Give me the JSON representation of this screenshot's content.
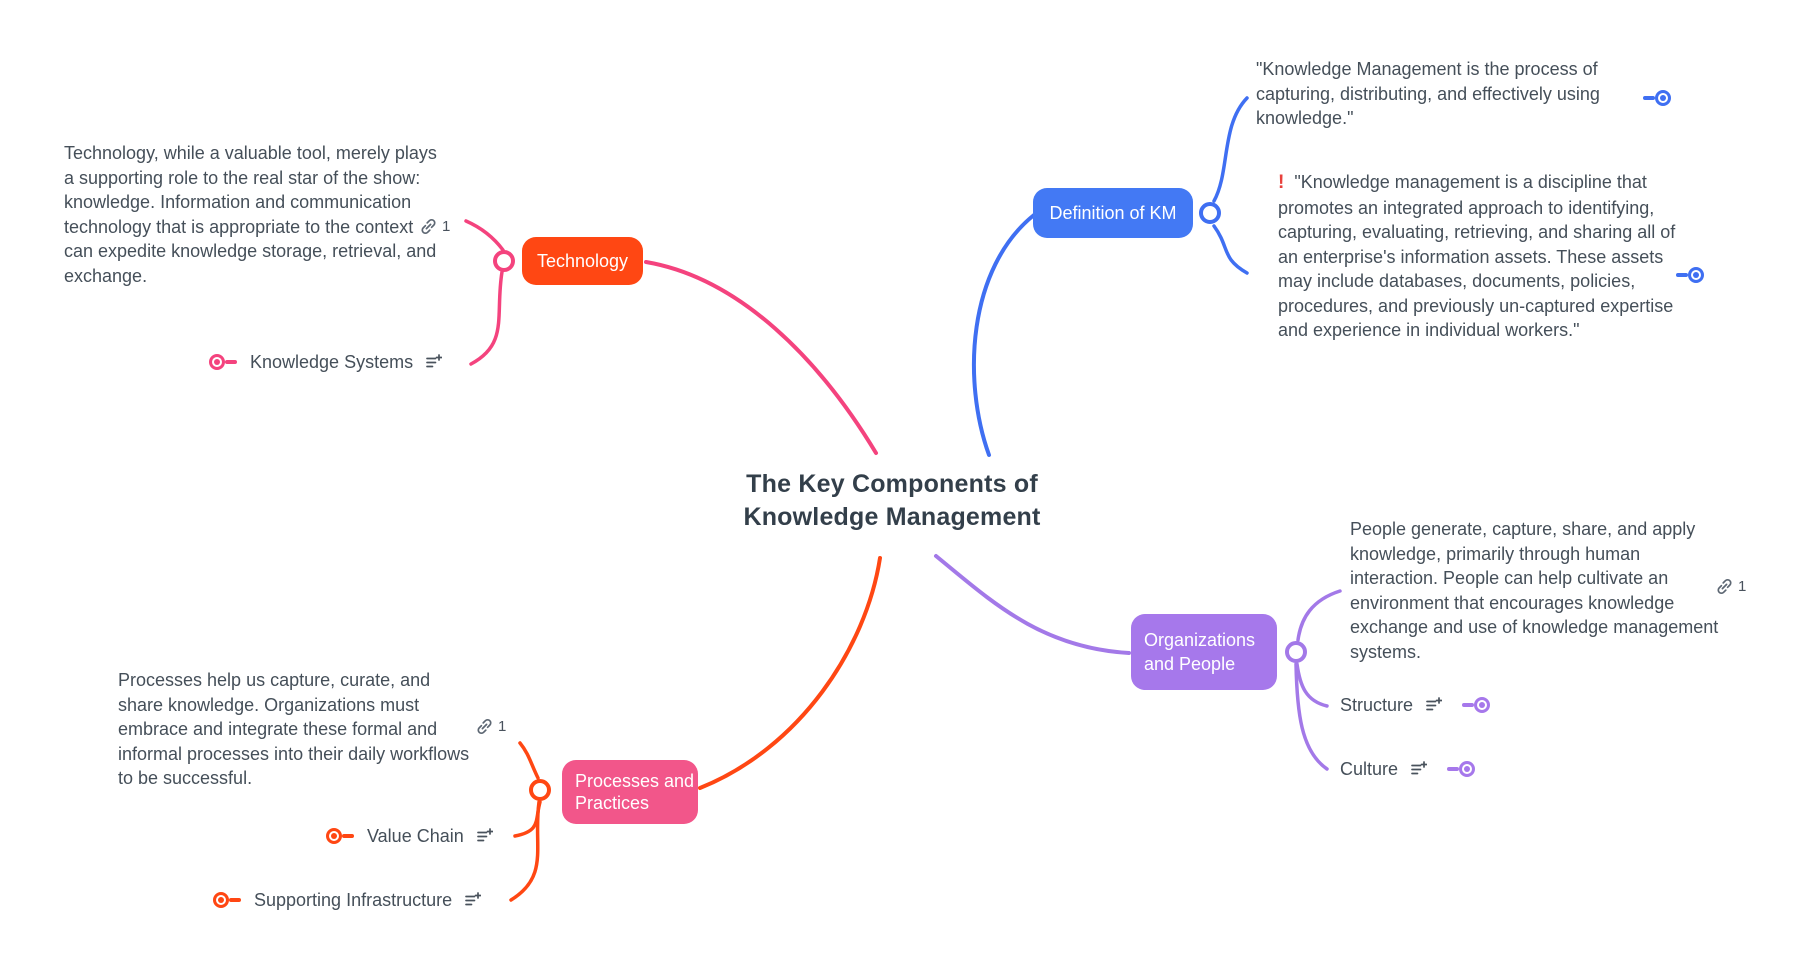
{
  "title": {
    "line1": "The Key Components of",
    "line2": "Knowledge Management"
  },
  "colors": {
    "blue": "#4379F4",
    "pink": "#F4437E",
    "orange_red": "#FF4713",
    "purple": "#A678EB",
    "body_text": "#454f59",
    "title_text": "#333f4a",
    "alert_red": "#E8413C"
  },
  "definition": {
    "label": "Definition of KM",
    "quote1": "\"Knowledge Management is the process of capturing, distributing, and effectively using knowledge.\"",
    "priority_marker": "!",
    "quote2": "\"Knowledge management is a discipline that promotes an integrated approach to identifying, capturing, evaluating, retrieving, and sharing all of an enterprise's information assets. These assets may include databases, documents, policies, procedures, and previously un-captured expertise and experience in individual workers.\""
  },
  "technology": {
    "label": "Technology",
    "note": "Technology, while a valuable tool, merely plays a supporting role to the real star of the show: knowledge. Information and communication technology that is appropriate to the context can expedite knowledge storage, retrieval, and exchange.",
    "link_count": "1",
    "children": [
      {
        "label": "Knowledge Systems"
      }
    ]
  },
  "processes": {
    "label": "Processes and Practices",
    "note": "Processes help us capture, curate, and share knowledge. Organizations must embrace and integrate these formal and informal processes into their daily workflows to be successful.",
    "link_count": "1",
    "children": [
      {
        "label": "Value Chain"
      },
      {
        "label": "Supporting Infrastructure"
      }
    ]
  },
  "people": {
    "label": "Organizations and People",
    "note": "People generate, capture, share, and apply knowledge, primarily through human interaction. People can help cultivate an environment that encourages knowledge exchange and use of knowledge management systems.",
    "link_count": "1",
    "children": [
      {
        "label": "Structure"
      },
      {
        "label": "Culture"
      }
    ]
  }
}
